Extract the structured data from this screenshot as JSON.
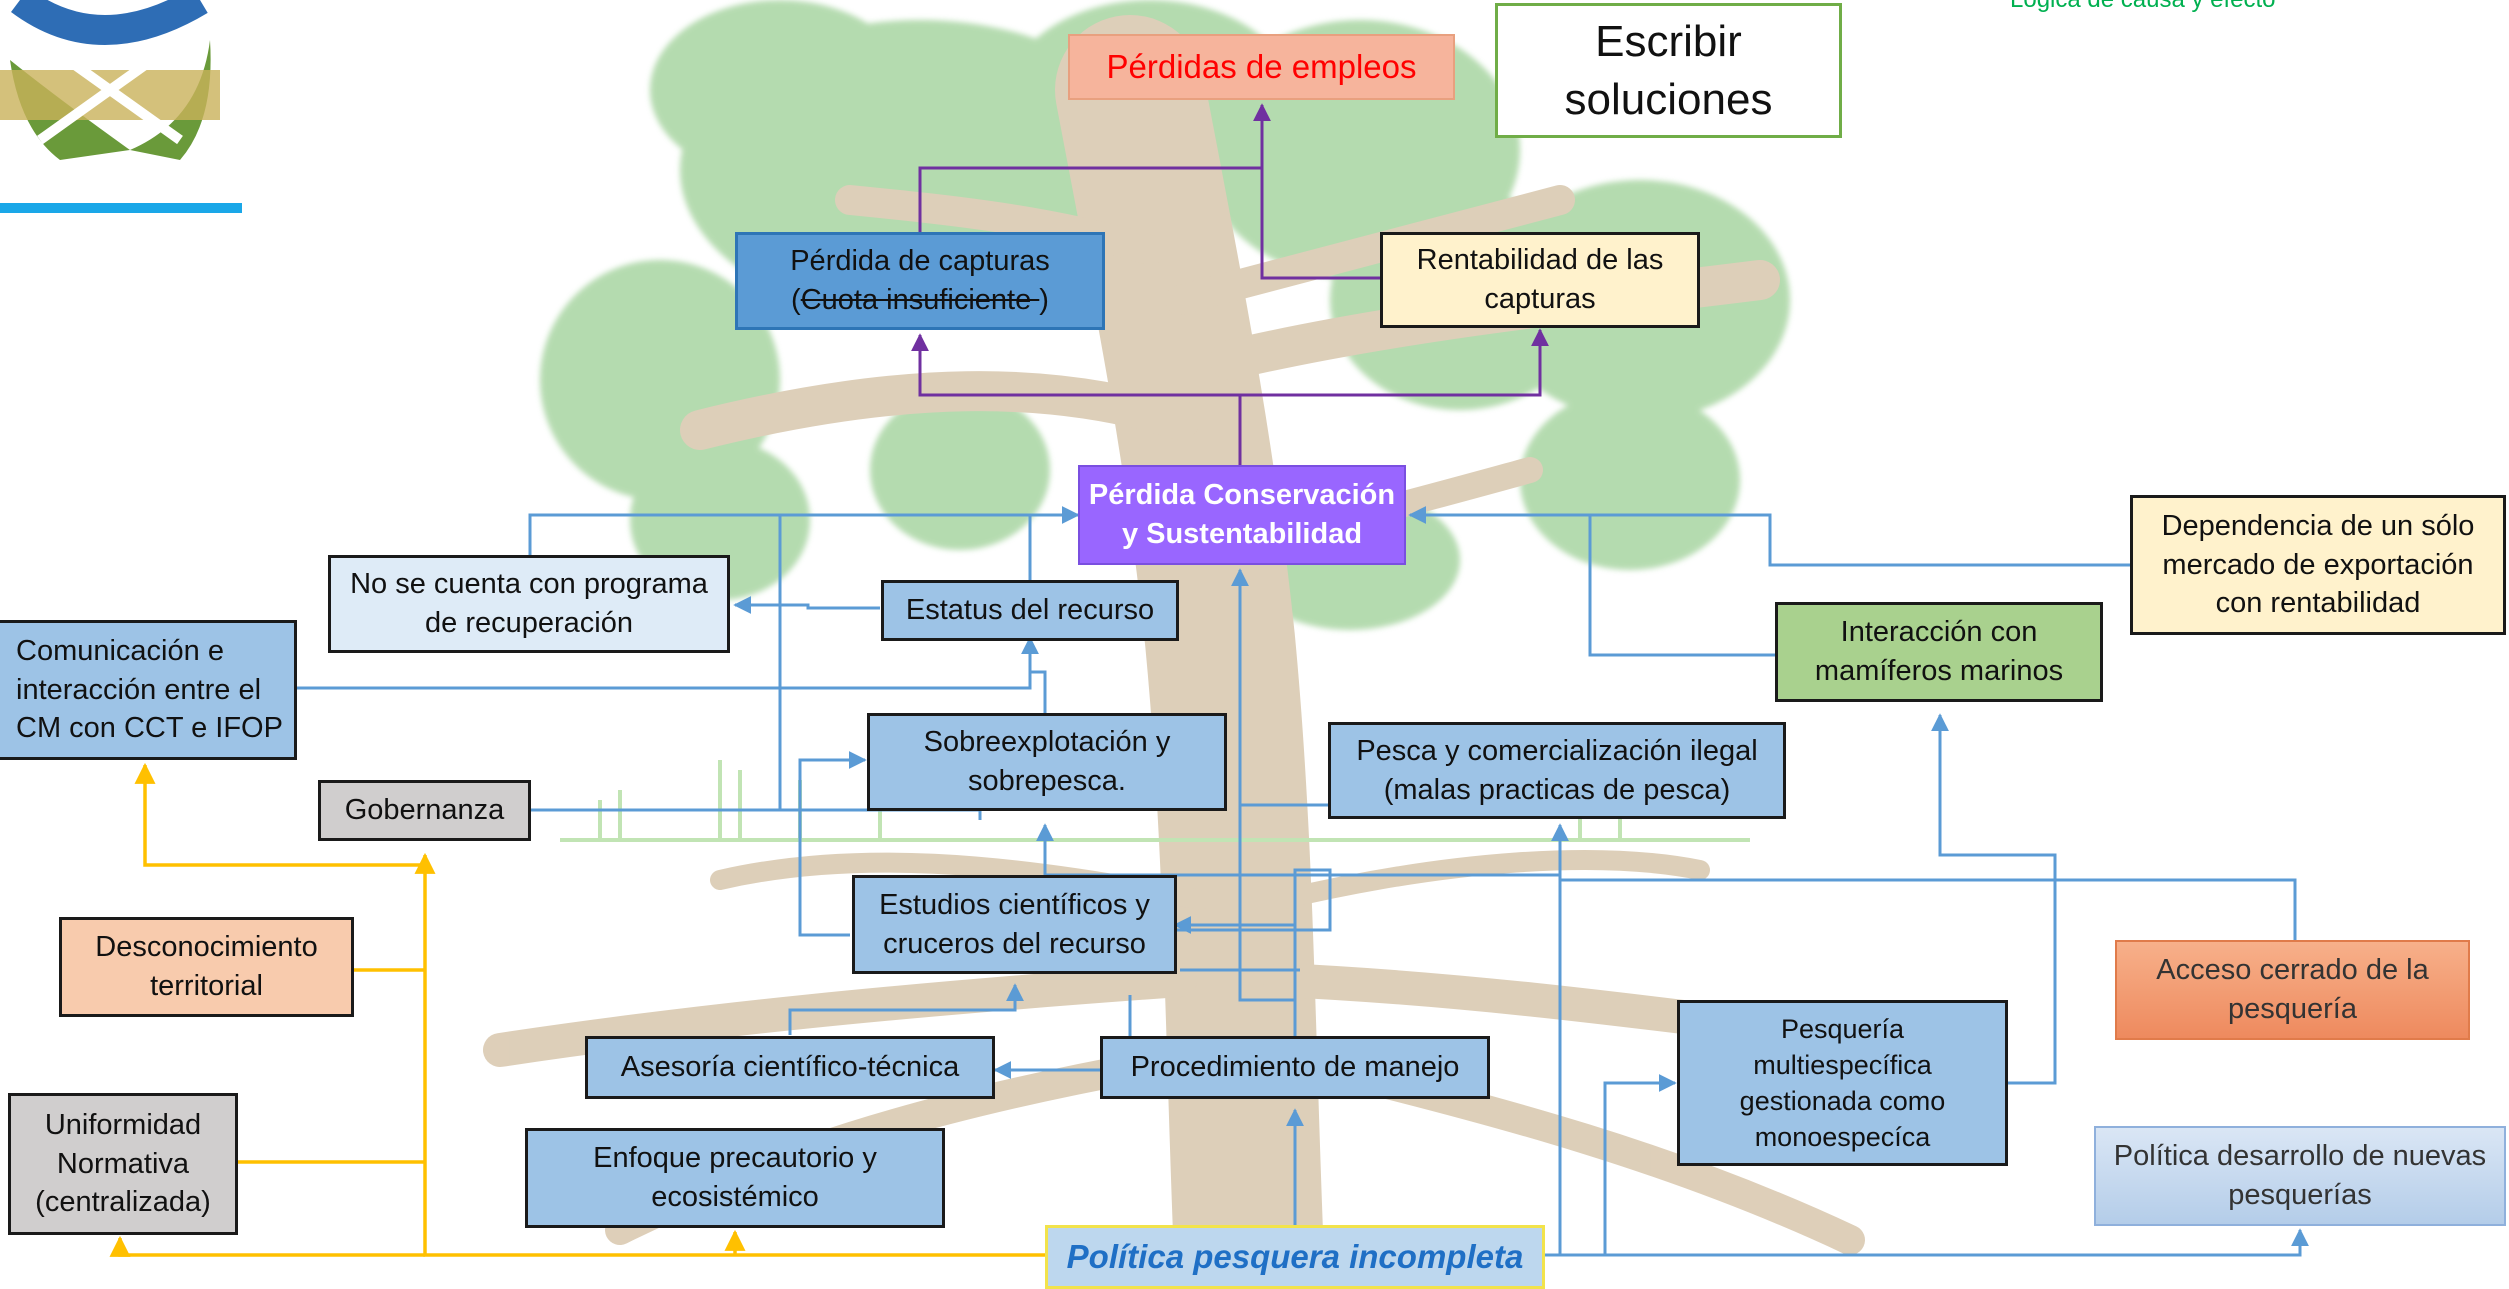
{
  "header": {
    "logic_label": "Lógica de causa y efecto"
  },
  "effects": {
    "job_loss": "Pérdidas de empleos",
    "catch_loss_line1": "Pérdida de capturas",
    "catch_loss_paren_open": "(",
    "catch_loss_struck": "Cuota  insuficiente ",
    "catch_loss_paren_close": ")",
    "profitability": "Rentabilidad de las capturas"
  },
  "notes_box": "Escribir soluciones",
  "central_problem": "Pérdida Conservación y Sustentabilidad",
  "causes": {
    "no_recovery": "No se cuenta con programa de recuperación",
    "resource_status": "Estatus del recurso",
    "communication": "Comunicación e interacción entre el CM con CCT e IFOP",
    "overexploitation": "Sobreexplotación y sobrepesca.",
    "illegal_fishing": "Pesca y comercialización ilegal (malas practicas de pesca)",
    "governance": "Gobernanza",
    "scientific_studies": "Estudios científicos y cruceros del recurso",
    "territorial": "Desconocimiento territorial",
    "advisory": "Asesoría científico-técnica",
    "management_procedure": "Procedimiento de manejo",
    "uniformity": "Uniformidad Normativa (centralizada)",
    "precautionary": "Enfoque precautorio y ecosistémico",
    "multispecies": "Pesquería multiespecífica gestionada como monoespecíca",
    "single_market": "Dependencia de un sólo mercado de exportación con rentabilidad",
    "marine_mammals": "Interacción con mamíferos marinos",
    "closed_access": "Acceso cerrado de la pesquería",
    "new_fisheries": "Política desarrollo de nuevas pesquerías"
  },
  "root_cause": "Política pesquera incompleta",
  "colors": {
    "purple_arrow": "#7030a0",
    "blue_arrow": "#5b9bd5",
    "yellow_arrow": "#ffc000",
    "central_fill": "#9966ff",
    "tree_foliage": "#a8d5a2",
    "tree_trunk": "#d8c7ad"
  }
}
